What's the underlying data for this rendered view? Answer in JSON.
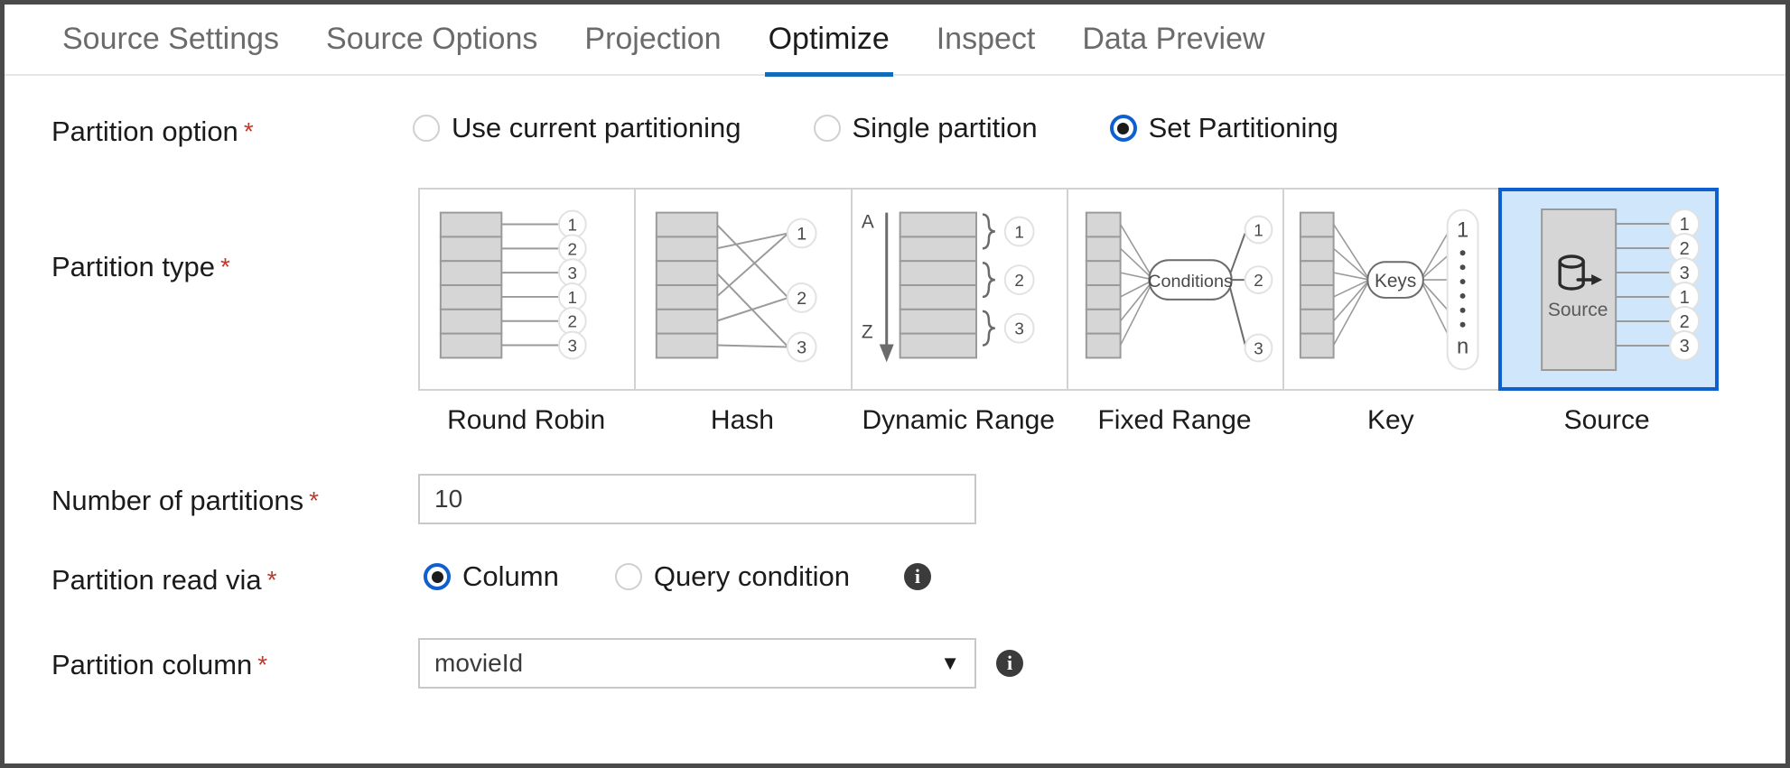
{
  "tabs": [
    {
      "label": "Source Settings",
      "active": false
    },
    {
      "label": "Source Options",
      "active": false
    },
    {
      "label": "Projection",
      "active": false
    },
    {
      "label": "Optimize",
      "active": true
    },
    {
      "label": "Inspect",
      "active": false
    },
    {
      "label": "Data Preview",
      "active": false
    }
  ],
  "accent_color": "#0f6cbd",
  "selected_color": "#cfe6fb",
  "partition_option": {
    "label": "Partition option",
    "required": "*",
    "options": [
      {
        "label": "Use current partitioning",
        "selected": false
      },
      {
        "label": "Single partition",
        "selected": false
      },
      {
        "label": "Set Partitioning",
        "selected": true
      }
    ]
  },
  "partition_type": {
    "label": "Partition type",
    "required": "*",
    "cards": [
      {
        "label": "Round Robin",
        "selected": false
      },
      {
        "label": "Hash",
        "selected": false
      },
      {
        "label": "Dynamic Range",
        "selected": false,
        "axis_top": "A",
        "axis_bottom": "Z"
      },
      {
        "label": "Fixed Range",
        "selected": false,
        "node": "Conditions"
      },
      {
        "label": "Key",
        "selected": false,
        "node": "Keys",
        "range_top": "1",
        "range_bottom": "n"
      },
      {
        "label": "Source",
        "selected": true,
        "node": "Source"
      }
    ],
    "outputs": [
      "1",
      "2",
      "3",
      "1",
      "2",
      "3"
    ],
    "grouped_outputs": [
      "1",
      "2",
      "3"
    ]
  },
  "number_of_partitions": {
    "label": "Number of partitions",
    "required": "*",
    "value": "10"
  },
  "partition_read_via": {
    "label": "Partition read via",
    "required": "*",
    "options": [
      {
        "label": "Column",
        "selected": true
      },
      {
        "label": "Query condition",
        "selected": false
      }
    ],
    "info_icon": "info-icon"
  },
  "partition_column": {
    "label": "Partition column",
    "required": "*",
    "value": "movieId",
    "caret": "▼",
    "info_icon": "info-icon"
  }
}
